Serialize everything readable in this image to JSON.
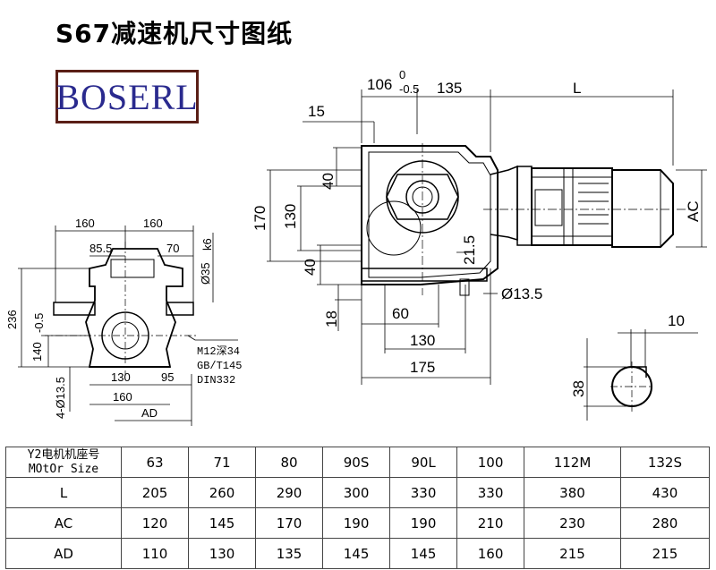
{
  "title": "S67减速机尺寸图纸",
  "logo": {
    "text": "BOSERL",
    "border_color": "#5a1e16",
    "text_color": "#2a2a8e"
  },
  "drawing": {
    "dims": {
      "d106": "106",
      "d106_tol_upper": "0",
      "d106_tol_lower": "-0.5",
      "d135": "135",
      "dL": "L",
      "d15": "15",
      "d40a": "40",
      "d170": "170",
      "d130v": "130",
      "d40b": "40",
      "d18": "18",
      "d21_5": "21.5",
      "d13_5": "Ø13.5",
      "d60": "60",
      "d130h": "130",
      "d175": "175",
      "dAC": "AC",
      "d10": "10",
      "d38": "38",
      "left160a": "160",
      "left160b": "160",
      "left85_5": "85.5",
      "left70": "70",
      "left35": "Ø35",
      "left35_tol": "k6",
      "left236": "236",
      "left140": "140",
      "left140_tol": "-0.5",
      "left4x13_5": "4-Ø13.5",
      "left130": "130",
      "left95": "95",
      "left160c": "160",
      "leftAD": "AD",
      "note1": "M12深34",
      "note2": "GB/T145",
      "note3": "DIN332"
    }
  },
  "table": {
    "header_label_line1": "Y2电机机座号",
    "header_label_line2": "MOtOr Size",
    "motor_sizes": [
      "63",
      "71",
      "80",
      "90S",
      "90L",
      "100",
      "112M",
      "132S"
    ],
    "rows": [
      {
        "label": "L",
        "values": [
          "205",
          "260",
          "290",
          "300",
          "330",
          "330",
          "380",
          "430"
        ]
      },
      {
        "label": "AC",
        "values": [
          "120",
          "145",
          "170",
          "190",
          "190",
          "210",
          "230",
          "280"
        ]
      },
      {
        "label": "AD",
        "values": [
          "110",
          "130",
          "135",
          "145",
          "145",
          "160",
          "215",
          "215"
        ]
      }
    ]
  }
}
